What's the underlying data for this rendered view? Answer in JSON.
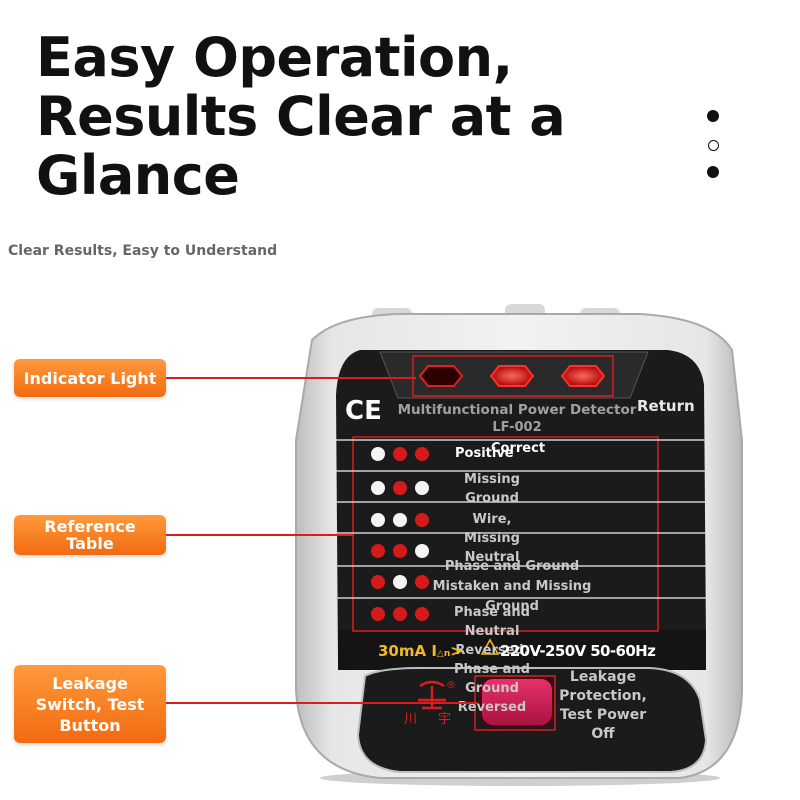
{
  "headline": {
    "line1": "Easy Operation,",
    "line2": "Results Clear at a",
    "line3": "Glance"
  },
  "subheadline": "Clear Results, Easy to Understand",
  "carousel": {
    "dots": [
      "filled",
      "hollow",
      "filled"
    ]
  },
  "callouts": {
    "indicator_light": "Indicator Light",
    "reference_table": "Reference\nTable",
    "leakage_button": "Leakage\nSwitch, Test\nButton"
  },
  "device": {
    "ce_mark": "CE",
    "title": "Multifunctional Power Detector",
    "model": "LF-002",
    "return_label": "Return",
    "rating_left": "30mA I",
    "rating_sub": "△n",
    "rating_arrow": ">",
    "rating_right": "220V-250V 50-60Hz",
    "warning_icon": "warning-triangle-icon",
    "brand_chars": [
      "川",
      "宇"
    ],
    "registered_mark": "®",
    "test_button_label": "Leakage\nProtection,\nTest Power\nOff",
    "rows": [
      {
        "lights": [
          "white",
          "red",
          "red"
        ],
        "label": "Positive"
      },
      {
        "lights": [
          "white",
          "red",
          "white"
        ],
        "label": "Missing Ground"
      },
      {
        "lights": [
          "white",
          "white",
          "red"
        ],
        "label": "Wire, Missing Neutral"
      },
      {
        "lights": [
          "red",
          "red",
          "white"
        ],
        "label": "Phase and Ground Mistaken and Missing Ground"
      },
      {
        "lights": [
          "red",
          "white",
          "red"
        ],
        "label": "Phase and Neutral Reversed, Phase and Ground Reversed"
      },
      {
        "lights": [
          "red",
          "red",
          "red"
        ],
        "label": ""
      }
    ],
    "row_overlay_labels": [
      "Correct",
      "Wire",
      "Missing Ground",
      "Reversed"
    ]
  },
  "colors": {
    "accent_orange": "#f47a1f",
    "indicator_red": "#d81e1e",
    "panel_black": "#1b1b1b",
    "body_grey": "#dcdcdc",
    "rating_yellow": "#f3b81c"
  }
}
